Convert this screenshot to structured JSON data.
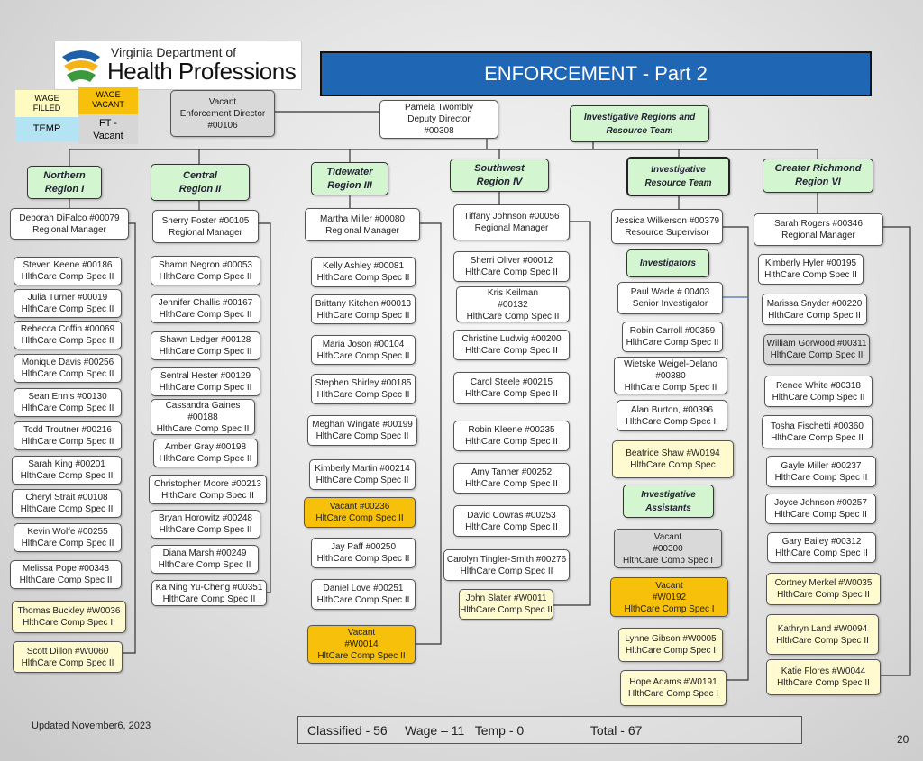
{
  "logo": {
    "top": "Virginia Department of",
    "main": "Health Professions"
  },
  "title": "ENFORCEMENT - Part 2",
  "legend": {
    "wage_filled": [
      "WAGE",
      "FILLED"
    ],
    "wage_vacant": [
      "WAGE",
      "VACANT"
    ],
    "temp": "TEMP",
    "ft_vacant": [
      "FT -",
      "Vacant"
    ]
  },
  "top_boxes": {
    "director": [
      "Vacant",
      "Enforcement Director",
      "#00106"
    ],
    "deputy": [
      "Pamela Twombly",
      "Deputy Director",
      "#00308"
    ],
    "investigative_team": [
      "Investigative Regions and",
      "Resource Team"
    ]
  },
  "columns": {
    "northern": {
      "header": [
        "Northern",
        "Region I"
      ],
      "manager": [
        "Deborah DiFalco #00079",
        "Regional Manager"
      ],
      "staff": [
        [
          "Steven Keene #00186",
          "HlthCare Comp Spec II"
        ],
        [
          "Julia Turner #00019",
          "HlthCare Comp Spec II"
        ],
        [
          "Rebecca Coffin #00069",
          "HlthCare Comp Spec II"
        ],
        [
          "Monique Davis #00256",
          "HlthCare Comp Spec II"
        ],
        [
          "Sean Ennis #00130",
          "HlthCare Comp Spec II"
        ],
        [
          "Todd Troutner #00216",
          "HlthCare Comp Spec II"
        ],
        [
          "Sarah King #00201",
          "HlthCare Comp Spec II"
        ],
        [
          "Cheryl Strait #00108",
          "HlthCare Comp Spec II"
        ],
        [
          "Kevin Wolfe  #00255",
          "HlthCare Comp Spec II"
        ],
        [
          "Melissa Pope  #00348",
          "HlthCare Comp Spec II"
        ]
      ],
      "wage": [
        [
          "Thomas Buckley #W0036",
          "HlthCare Comp Spec II"
        ],
        [
          "Scott Dillon #W0060",
          "HlthCare Comp Spec II"
        ]
      ]
    },
    "central": {
      "header": [
        "Central",
        "Region II"
      ],
      "manager": [
        "Sherry Foster #00105",
        "Regional Manager"
      ],
      "staff": [
        [
          "Sharon Negron #00053",
          "HlthCare Comp Spec II"
        ],
        [
          "Jennifer Challis #00167",
          "HlthCare Comp Spec II"
        ],
        [
          "Shawn Ledger #00128",
          "HlthCare Comp Spec II"
        ],
        [
          "Sentral Hester #00129",
          "HlthCare Comp Spec II"
        ],
        [
          "Cassandra Gaines",
          "#00188",
          "HlthCare Comp Spec II"
        ],
        [
          "Amber Gray #00198",
          "HlthCare Comp Spec II"
        ],
        [
          "Christopher Moore #00213",
          "HlthCare Comp Spec II"
        ],
        [
          "Bryan Horowitz  #00248",
          "HlthCare Comp Spec II"
        ],
        [
          "Diana Marsh #00249",
          "HlthCare Comp Spec II"
        ],
        [
          "Ka Ning Yu-Cheng  #00351",
          "HlthCare Comp Spec II"
        ]
      ]
    },
    "tidewater": {
      "header": [
        "Tidewater",
        "Region III"
      ],
      "manager": [
        "Martha Miller  #00080",
        "Regional Manager"
      ],
      "staff": [
        [
          "Kelly Ashley #00081",
          "HlthCare Comp Spec II"
        ],
        [
          "Brittany Kitchen #00013",
          "HlthCare Comp Spec II"
        ],
        [
          "Maria Joson #00104",
          "HlthCare Comp Spec II"
        ],
        [
          "Stephen Shirley #00185",
          "HlthCare Comp Spec II"
        ],
        [
          "Meghan Wingate #00199",
          "HlthCare Comp Spec II"
        ],
        [
          "Kimberly Martin #00214",
          "HlthCare Comp Spec II"
        ],
        [
          "Vacant #00236",
          "HltCare Comp Spec II"
        ],
        [
          "Jay Paff #00250",
          "HlthCare Comp Spec II"
        ],
        [
          "Daniel Love #00251",
          "HlthCare Comp Spec II"
        ],
        [
          "Vacant",
          "#W0014",
          "HltCare Comp Spec II"
        ]
      ]
    },
    "southwest": {
      "header": [
        "Southwest",
        "Region IV"
      ],
      "manager": [
        "Tiffany Johnson #00056",
        "Regional Manager"
      ],
      "staff": [
        [
          "Sherri Oliver #00012",
          "HlthCare Comp Spec II"
        ],
        [
          "Kris Keilman",
          "#00132",
          "HlthCare Comp Spec II"
        ],
        [
          "Christine Ludwig #00200",
          "HlthCare Comp Spec II"
        ],
        [
          "Carol Steele #00215",
          "HlthCare Comp Spec II"
        ],
        [
          "Robin Kleene #00235",
          "HlthCare Comp Spec II"
        ],
        [
          "Amy Tanner  #00252",
          "HlthCare Comp Spec II"
        ],
        [
          "David Cowras #00253",
          "HlthCare Comp Spec II"
        ],
        [
          "Carolyn Tingler-Smith #00276",
          "HlthCare Comp Spec II"
        ],
        [
          "John Slater #W0011",
          "HlthCare Comp Spec II"
        ]
      ]
    },
    "resource": {
      "header": [
        "Investigative",
        "Resource Team"
      ],
      "manager": [
        "Jessica Wilkerson #00379",
        "Resource Supervisor"
      ],
      "investigators_label": "Investigators",
      "staff": [
        [
          "Paul Wade # 00403",
          "Senior Investigator"
        ],
        [
          "Robin Carroll #00359",
          "HlthCare Comp Spec II"
        ],
        [
          "Wietske Weigel-Delano",
          "#00380",
          "HlthCare Comp Spec II"
        ],
        [
          "Alan Burton, #00396",
          "HlthCare Comp Spec II"
        ],
        [
          "Beatrice Shaw  #W0194",
          "HlthCare Comp Spec"
        ]
      ],
      "assistants_label": [
        "Investigative",
        "Assistants"
      ],
      "assistants": [
        [
          "Vacant",
          "#00300",
          "HlthCare Comp Spec I"
        ],
        [
          "Vacant",
          "#W0192",
          "HlthCare Comp Spec I"
        ],
        [
          "Lynne Gibson #W0005",
          "HlthCare Comp Spec I"
        ],
        [
          "Hope Adams #W0191",
          "HlthCare Comp Spec I"
        ]
      ]
    },
    "richmond": {
      "header": [
        "Greater Richmond",
        "Region VI"
      ],
      "manager": [
        "Sarah Rogers #00346",
        "Regional Manager"
      ],
      "staff": [
        [
          "Kimberly Hyler #00195",
          "HlthCare Comp Spec II"
        ],
        [
          "Marissa Snyder #00220",
          "HlthCare Comp Spec II"
        ],
        [
          "William Gorwood  #00311",
          "HlthCare Comp Spec II"
        ],
        [
          "Renee White #00318",
          "HlthCare Comp Spec II"
        ],
        [
          "Tosha Fischetti #00360",
          "HlthCare Comp Spec II"
        ],
        [
          "Gayle Miller #00237",
          "HlthCare Comp Spec II"
        ],
        [
          "Joyce Johnson #00257",
          "HlthCare Comp Spec II"
        ],
        [
          "Gary Bailey #00312",
          "HlthCare Comp Spec II"
        ],
        [
          "Cortney Merkel #W0035",
          "HlthCare Comp Spec II"
        ],
        [
          "Kathryn Land #W0094",
          "HlthCare Comp Spec II"
        ],
        [
          "Katie Flores  #W0044",
          "HlthCare Comp Spec II"
        ]
      ]
    }
  },
  "footer": {
    "updated": "Updated November6, 2023",
    "summary": "Classified - 56     Wage – 11   Temp - 0                   Total - 67",
    "page": "20"
  }
}
